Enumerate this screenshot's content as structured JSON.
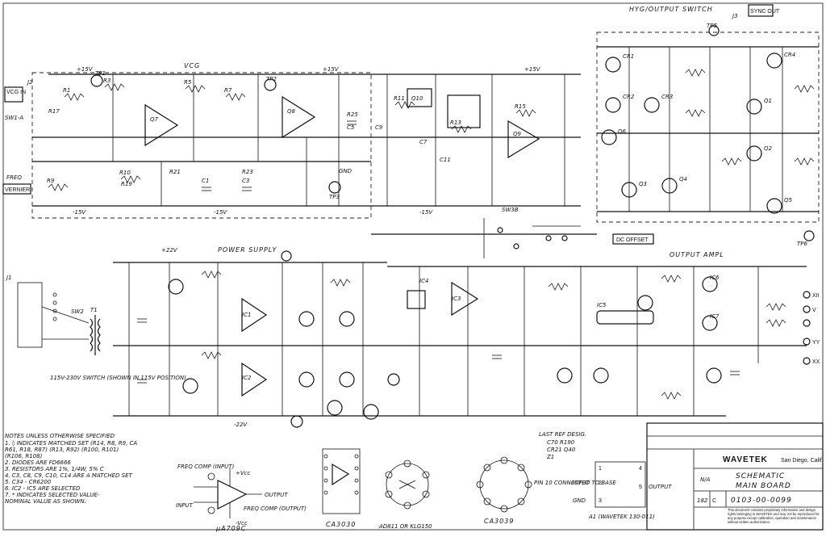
{
  "sections": {
    "vcg": "VCG",
    "power_supply": "POWER SUPPLY",
    "output_amp": "OUTPUT AMPL",
    "hyg_output_switch": "HYG/OUTPUT SWITCH",
    "sync_out": "SYNC OUT",
    "sw3b": "SW3B"
  },
  "boxes": {
    "vcg_in": "VCG IN",
    "freq_vernier": "VERNIER",
    "dc_offset": "DC OFFSET"
  },
  "labels": {
    "freq": "FREQ",
    "j2": "J2",
    "j3": "J3",
    "j1": "J1",
    "sw1a": "SW1-A",
    "t1": "T1",
    "sw2": "SW2",
    "switch_note": "115V-230V SWITCH (SHOWN IN 115V POSITION)",
    "p15_a": "+15V",
    "p15_b": "+15V",
    "p15_c": "+15V",
    "m15_a": "-15V",
    "m15_b": "-15V",
    "m15_c": "-15V",
    "p22": "+22V",
    "m22": "-22V",
    "gnd": "GND",
    "tp1": "TP1",
    "tp2": "TP2",
    "tp3": "TP3",
    "tp5": "TP5",
    "tp6": "TP6",
    "out_xx": "XX",
    "out_yy": "YY",
    "out_v": "V",
    "out_xii": "XII"
  },
  "components": [
    "R1",
    "R3",
    "R5",
    "R7",
    "R9",
    "R10",
    "R11",
    "R13",
    "R15",
    "R17",
    "R19",
    "R21",
    "R23",
    "R25",
    "C1",
    "C3",
    "C5",
    "C7",
    "C9",
    "C11",
    "CR1",
    "CR2",
    "CR3",
    "CR4",
    "Q1",
    "Q2",
    "Q3",
    "Q4",
    "Q5",
    "Q6",
    "Q7",
    "Q8",
    "Q9",
    "Q10",
    "IC1",
    "IC2",
    "IC3",
    "IC4",
    "IC5",
    "IC6",
    "IC7"
  ],
  "notes": {
    "title": "NOTES UNLESS OTHERWISE SPECIFIED",
    "items": [
      "1. ◊ INDICATES MATCHED SET (R14, R8, R9, CA",
      "   R61, R18, R87) (R13, R92) (R100, R101)",
      "   (R106, R108)",
      "2. DIODES ARE FD6666",
      "3. RESISTORS ARE 1%, 1/4W, 5% C",
      "4. C3, C8, C9, C10, C14 ARE A MATCHED SET",
      "5. C34 - CR6200",
      "6. IC2 - IC5 ARE SELECTED",
      "7. * INDICATES SELECTED VALUE-",
      "   NOMINAL VALUE AS SHOWN."
    ]
  },
  "pinouts": {
    "ua709c": "µA709C",
    "ca3030": "CA3030",
    "ad811": "AD811 OR KLG150",
    "ca3039": "CA3039",
    "a1": "A1 (WAVETEK 130-011)",
    "freq_comp_input": "FREQ COMP (INPUT)",
    "freq_comp_output": "FREQ COMP (OUTPUT)",
    "output": "OUTPUT",
    "input": "INPUT",
    "vcc_p": "+Vcc",
    "vcc_m": "-Vcc",
    "pin_note": "PIN 10 CONNECTED TO BASE",
    "a1_input": "INPUT",
    "a1_output": "OUTPUT",
    "a1_gnd": "GND"
  },
  "last_ref": {
    "title": "LAST REF DESIG.",
    "lines": [
      "C70   R190",
      "CR21   Q40",
      "Z1"
    ]
  },
  "title_block": {
    "company": "WAVETEK",
    "location": "San Diego, Calif.",
    "title_1": "SCHEMATIC",
    "title_2": "MAIN BOARD",
    "drawing_no": "0103-00-0099",
    "size": "C",
    "scale": "N/A",
    "model": "182",
    "proprietary": "This document contains proprietary information and design rights belonging to WAVETEK and may not be reproduced for any purpose except calibration, operation and maintenance without written authorization."
  }
}
